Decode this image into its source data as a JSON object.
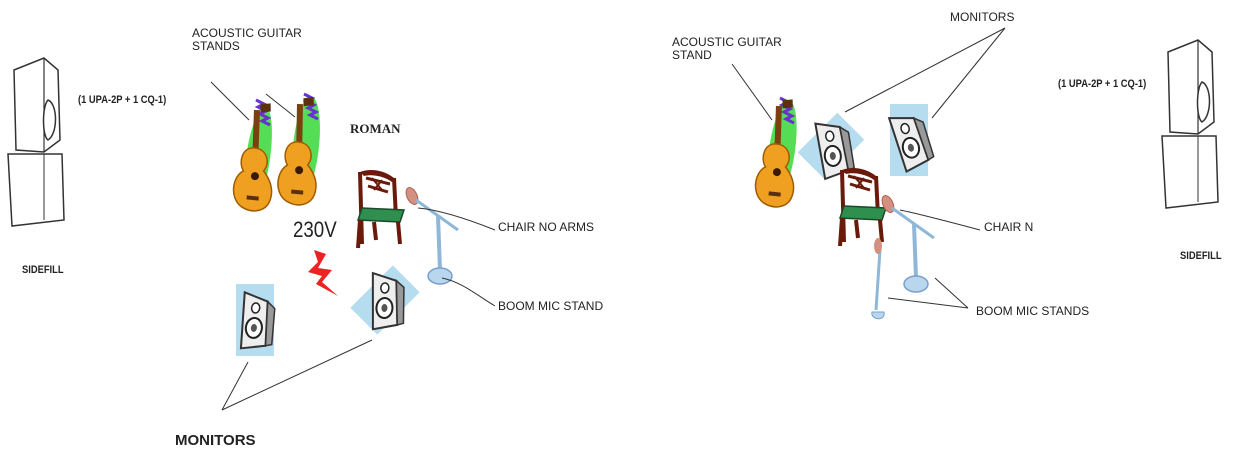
{
  "left_plot": {
    "speaker_spec": "(1 UPA-2P + 1 CQ-1)",
    "sidefill_label": "SIDEFILL",
    "guitar_label": "ACOUSTIC GUITAR\nSTANDS",
    "performer_name": "ROMAN",
    "power_label": "230V",
    "chair_label": "CHAIR NO ARMS",
    "mic_label": "BOOM MIC STAND",
    "monitors_label": "MONITORS"
  },
  "right_plot": {
    "guitar_label": "ACOUSTIC GUITAR\nSTAND",
    "monitors_label": "MONITORS",
    "speaker_spec": "(1 UPA-2P + 1 CQ-1)",
    "sidefill_label": "SIDEFILL",
    "chair_label": "CHAIR N",
    "mic_label": "BOOM MIC STANDS"
  },
  "colors": {
    "guitar_body": "#f0a020",
    "guitar_glow": "#55dd55",
    "guitar_strings": "#6633cc",
    "chair_wood": "#6a1a0a",
    "chair_seat": "#2f8f4f",
    "monitor_bg": "#b5dcef",
    "mic_stand": "#8fb8d8",
    "bolt": "#ee2222",
    "line": "#333333"
  }
}
